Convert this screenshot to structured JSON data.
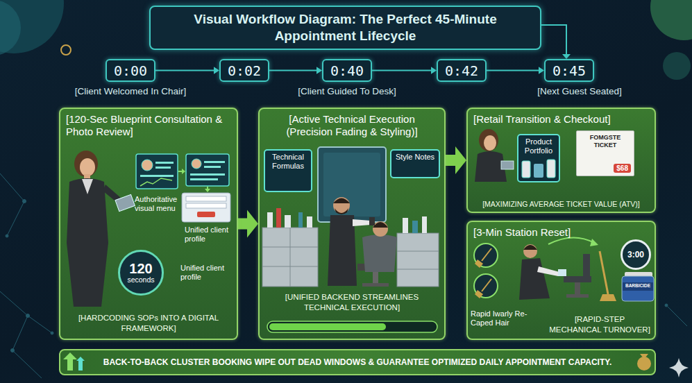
{
  "diagram": {
    "title": "Visual Workflow Diagram: The Perfect 45-Minute Appointment Lifecycle",
    "nodes": [
      {
        "text": [
          "0:00"
        ]
      },
      {
        "text": [
          "0:02"
        ]
      },
      {
        "text": [
          "0:40"
        ]
      },
      {
        "text": [
          "0:42"
        ]
      },
      {
        "text": [
          "0:45"
        ]
      },
      {
        "text": [
          "[120-Sec Blueprint Consultation & Photo Review]",
          "[HARDCODING SOPs INTO A DIGITAL FRAMEWORK]"
        ]
      },
      {
        "text": [
          "120",
          "seconds"
        ],
        "in": 5
      },
      {
        "text": [
          "[Active Technical Execution (Precision Fading & Styling)]",
          "[UNIFIED BACKEND STREAMLINES TECHNICAL EXECUTION]"
        ]
      },
      {
        "text": [
          "Technical Formulas"
        ],
        "in": 7
      },
      {
        "text": [
          "Style Notes"
        ],
        "in": 7
      },
      {
        "text": [
          "[Retail Transition & Checkout]",
          "[MAXIMIZING AVERAGE TICKET VALUE (ATV)]"
        ]
      },
      {
        "text": [
          "Product Portfolio"
        ],
        "in": 10
      },
      {
        "text": [
          "FOMGSTE TICKET",
          "$68"
        ],
        "in": 10
      },
      {
        "text": [
          "[3-Min Station Reset]",
          "[RAPID-STEP MECHANICAL TURNOVER]"
        ]
      },
      {
        "text": [
          "3:00"
        ],
        "in": 13
      },
      {
        "text": [
          "BACK-TO-BACK CLUSTER BOOKING WIPE OUT DEAD WINDOWS & GUARANTEE OPTIMIZED DAILY APPOINTMENT CAPACITY."
        ]
      }
    ],
    "edges": [
      {
        "from": 0,
        "to": 1,
        "arrow": "to"
      },
      {
        "from": 1,
        "to": 2,
        "arrow": "to"
      },
      {
        "from": 2,
        "to": 3,
        "arrow": "to"
      },
      {
        "from": 3,
        "to": 4,
        "arrow": "to"
      },
      {
        "from": 5,
        "to": 7,
        "arrow": "to"
      },
      {
        "from": 7,
        "to": 10,
        "arrow": "to"
      },
      {
        "from": 11,
        "to": 12,
        "arrow": "to"
      }
    ],
    "labels": [
      "[Client Welcomed In Chair]",
      "[Client Guided To Desk]",
      "[Next Guest Seated]",
      "Authoritative visual menu",
      "Unified client profile",
      "Unified client profile",
      "Rapid Iwarly Re-Caped Hair",
      "BARBICIDE"
    ]
  }
}
